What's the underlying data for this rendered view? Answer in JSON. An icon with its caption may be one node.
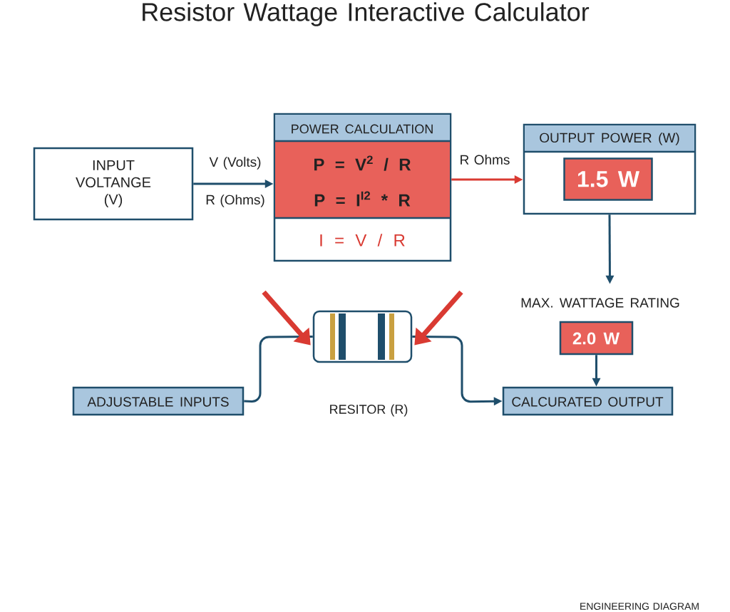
{
  "diagram": {
    "title": "Resistor Wattage Interactive Calculator",
    "nodes": [
      {
        "text": [
          "INPUT VOLTANGE (V)"
        ]
      },
      {
        "text": [
          "POWER CALCULATION",
          "P = V$^{2}$ / R",
          "P = I$^{I2}$ * R",
          "I = V / R"
        ]
      },
      {
        "text": [
          "OUTPUT POWER (W)"
        ]
      },
      {
        "text": [
          "1.5 W"
        ],
        "in": 2
      },
      {
        "text": [
          "MAX. WATTAGE RATING",
          "2.0 W"
        ]
      },
      {
        "text": [
          "ADJUSTABLE INPUTS"
        ]
      },
      {
        "text": [],
        "shape": "resistor",
        "beside": [
          "RESITOR (R)"
        ]
      },
      {
        "text": [
          "CALCURATED OUTPUT"
        ]
      }
    ],
    "edges": [
      {
        "from": 0,
        "to": 1,
        "arrow": "to",
        "label": "V (Volts)"
      },
      {
        "from": 1,
        "to": 2,
        "arrow": "to",
        "label": "R Ohms",
        "color": "#d93a32"
      },
      {
        "from": 2,
        "to": 4,
        "arrow": "to"
      },
      {
        "from": 4,
        "to": 7,
        "arrow": "to"
      },
      {
        "from": 5,
        "to": 6,
        "arrow": "none"
      },
      {
        "from": 6,
        "to": 7,
        "arrow": "to"
      },
      {
        "from": null,
        "to": 6,
        "arrow": "to",
        "style": "thick",
        "color": "#d93a32"
      },
      {
        "from": null,
        "to": 6,
        "arrow": "to",
        "style": "thick",
        "color": "#d93a32"
      }
    ],
    "labels": [
      "R (Ohms)",
      "ENGINEERING DIAGRAM"
    ]
  }
}
